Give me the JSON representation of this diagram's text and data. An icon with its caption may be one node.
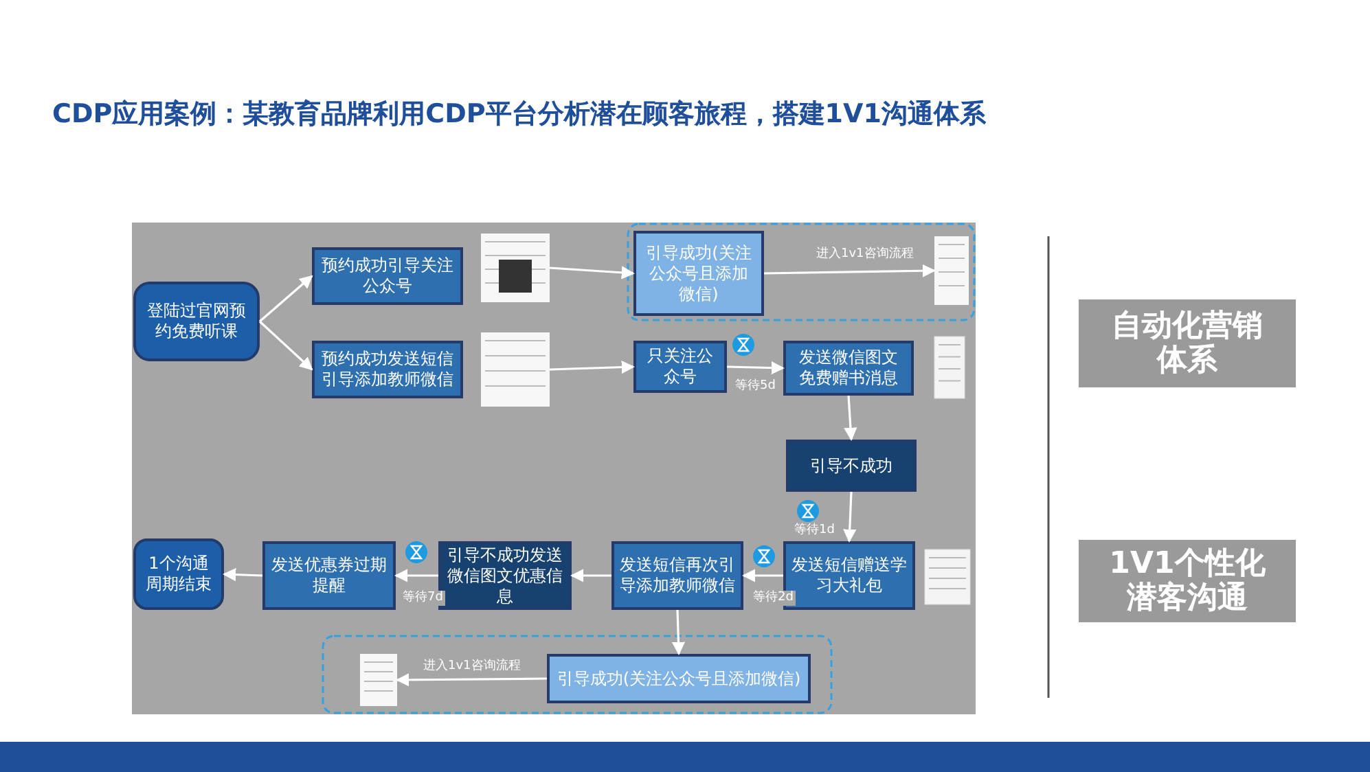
{
  "diagram": {
    "title": "CDP应用案例：某教育品牌利用CDP平台分析潜在顾客旅程，搭建1V1沟通体系",
    "nodes": [
      {
        "text": [
          "登陆过官网预约免费听课"
        ]
      },
      {
        "text": [
          "预约成功引导关注公众号"
        ]
      },
      {
        "text": [
          "预约成功发送短信引导添加教师微信"
        ]
      },
      {
        "text": [],
        "shape": "picture"
      },
      {
        "text": [],
        "shape": "picture"
      },
      {
        "text": [
          "引导成功(关注公众号且添加微信)"
        ]
      },
      {
        "text": [],
        "shape": "picture"
      },
      {
        "text": [
          "只关注公众号"
        ]
      },
      {
        "text": [
          "发送微信图文免费赠书消息"
        ]
      },
      {
        "text": [
          "引导不成功"
        ]
      },
      {
        "text": [
          "发送短信赠送学习大礼包"
        ]
      },
      {
        "text": [
          "发送短信再次引导添加教师微信"
        ]
      },
      {
        "text": [
          "引导不成功发送微信图文优惠信息"
        ]
      },
      {
        "text": [
          "发送优惠券过期提醒"
        ]
      },
      {
        "text": [
          "1个沟通周期结束"
        ]
      },
      {
        "text": [
          "引导成功(关注公众号且添加微信)"
        ]
      },
      {
        "text": [],
        "shape": "picture"
      },
      {
        "text": [
          "自动化营销体系"
        ]
      },
      {
        "text": [
          "1V1个性化潜客沟通"
        ]
      }
    ],
    "edges": [
      {
        "from": 0,
        "to": 1,
        "arrow": "to"
      },
      {
        "from": 0,
        "to": 2,
        "arrow": "to"
      },
      {
        "from": 3,
        "to": 5,
        "arrow": "to"
      },
      {
        "from": 4,
        "to": 7,
        "arrow": "to"
      },
      {
        "from": 5,
        "to": 6,
        "arrow": "to",
        "label": "进入1v1咨询流程"
      },
      {
        "from": 7,
        "to": 8,
        "arrow": "to",
        "label": "等待5d"
      },
      {
        "from": 8,
        "to": 9,
        "arrow": "to"
      },
      {
        "from": 9,
        "to": 10,
        "arrow": "to",
        "label": "等待1d"
      },
      {
        "from": 10,
        "to": 11,
        "arrow": "to",
        "label": "等待2d"
      },
      {
        "from": 11,
        "to": 12,
        "arrow": "to"
      },
      {
        "from": 12,
        "to": 13,
        "arrow": "to",
        "label": "等待7d"
      },
      {
        "from": 13,
        "to": 14,
        "arrow": "to"
      },
      {
        "from": 11,
        "to": 15,
        "arrow": "to"
      },
      {
        "from": 15,
        "to": 16,
        "arrow": "to",
        "label": "进入1v1咨询流程"
      }
    ]
  }
}
